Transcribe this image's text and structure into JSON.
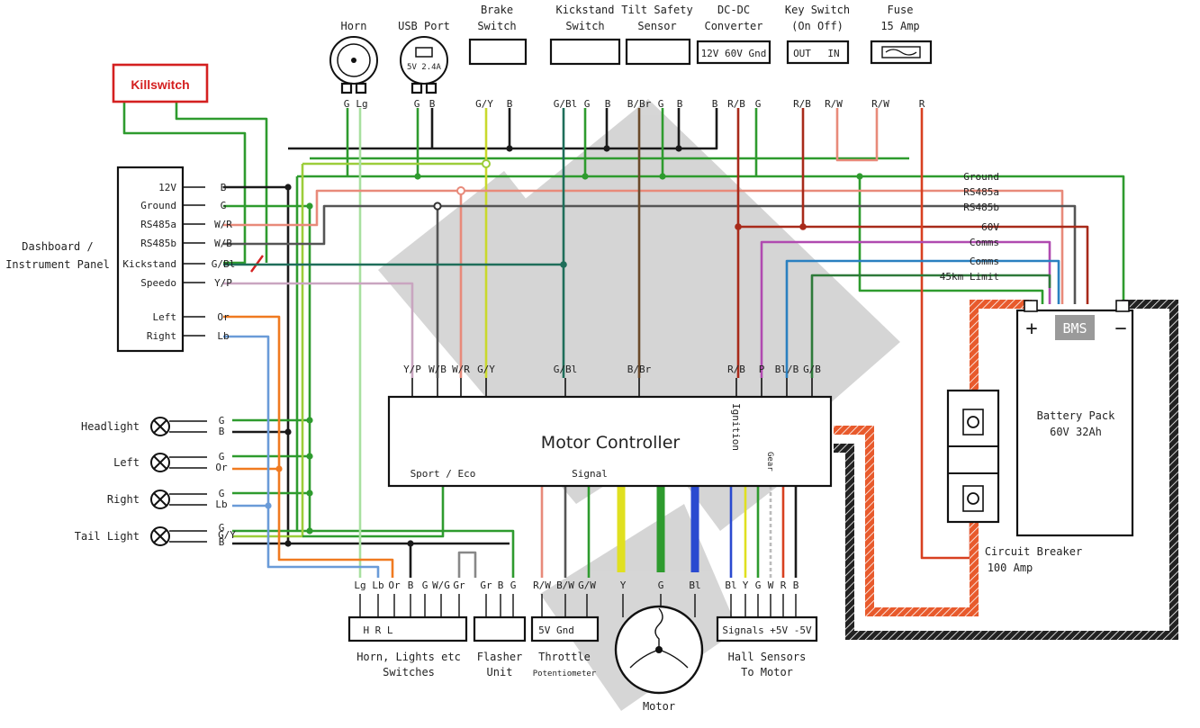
{
  "killswitch": "Killswitch",
  "top_components": {
    "horn": {
      "title": [
        "Horn"
      ],
      "pins": [
        "G",
        "Lg"
      ]
    },
    "usb": {
      "title": [
        "USB Port"
      ],
      "face": "5V 2.4A",
      "pins": [
        "G",
        "B"
      ]
    },
    "brake": {
      "title": [
        "Brake",
        "Switch"
      ],
      "pins": [
        "G/Y",
        "B"
      ]
    },
    "kickstand": {
      "title": [
        "Kickstand",
        "Switch"
      ],
      "pins": [
        "G/Bl",
        "G",
        "B"
      ]
    },
    "tilt": {
      "title": [
        "Tilt Safety",
        "Sensor"
      ],
      "pins": [
        "B/Br",
        "G",
        "B"
      ]
    },
    "dcdc": {
      "title": [
        "DC-DC",
        "Converter"
      ],
      "face": "12V 60V Gnd",
      "pins": [
        "B",
        "R/B",
        "G"
      ]
    },
    "key": {
      "title": [
        "Key Switch",
        "(On Off)"
      ],
      "face_out": "OUT",
      "face_in": "IN",
      "pins": [
        "R/B",
        "R/W"
      ]
    },
    "fuse": {
      "title": [
        "Fuse",
        "15 Amp"
      ],
      "pins": [
        "R/W",
        "R"
      ]
    }
  },
  "dashboard": {
    "title": [
      "Dashboard /",
      "Instrument Panel"
    ],
    "rows": [
      {
        "label": "12V",
        "wire": "B"
      },
      {
        "label": "Ground",
        "wire": "G"
      },
      {
        "label": "RS485a",
        "wire": "W/R"
      },
      {
        "label": "RS485b",
        "wire": "W/B"
      },
      {
        "label": "Kickstand",
        "wire": "G/Bl"
      },
      {
        "label": "Speedo",
        "wire": "Y/P"
      },
      {
        "label": "Left",
        "wire": "Or"
      },
      {
        "label": "Right",
        "wire": "Lb"
      }
    ]
  },
  "lights": [
    {
      "label": "Headlight",
      "wires": [
        "G",
        "B"
      ]
    },
    {
      "label": "Left",
      "wires": [
        "G",
        "Or"
      ]
    },
    {
      "label": "Right",
      "wires": [
        "G",
        "Lb"
      ]
    },
    {
      "label": "Tail Light",
      "wires": [
        "G",
        "G/Y",
        "B"
      ]
    }
  ],
  "right_bus": [
    "Ground",
    "RS485a",
    "RS485b",
    "60V",
    "Comms",
    "Comms",
    "45km Limit"
  ],
  "controller": {
    "title": "Motor Controller",
    "sub_sport": "Sport / Eco",
    "sub_signal": "Signal",
    "ignition": "Ignition",
    "gear": "Gear",
    "top_pins_left": [
      "Y/P",
      "W/B",
      "W/R",
      "G/Y"
    ],
    "top_pin_kick": "G/Bl",
    "top_pin_tilt": "B/Br",
    "top_pins_right": [
      "R/B",
      "P",
      "Bl/B",
      "G/B"
    ]
  },
  "battery": {
    "plus": "+",
    "minus": "−",
    "bms": "BMS",
    "title": [
      "Battery Pack",
      "60V 32Ah"
    ]
  },
  "breaker": {
    "title": [
      "Circuit Breaker",
      "100 Amp"
    ]
  },
  "bottom_pins": [
    "Lg",
    "Lb",
    "Or",
    "B",
    "G",
    "W/G",
    "Gr",
    "Gr",
    "B",
    "G",
    "R/W",
    "B/W",
    "G/W",
    "Y",
    "G",
    "Bl",
    "Bl",
    "Y",
    "G",
    "W",
    "R",
    "B"
  ],
  "bottom_boxes": {
    "switches": {
      "face": "H R L",
      "title": [
        "Horn, Lights etc",
        "Switches"
      ]
    },
    "flasher": {
      "title": [
        "Flasher",
        "Unit"
      ]
    },
    "throttle": {
      "face": "5V Gnd",
      "title": [
        "Throttle",
        "Potentiometer"
      ]
    },
    "motor": {
      "title": [
        "Motor"
      ]
    },
    "hall": {
      "face": "Signals +5V -5V",
      "title": [
        "Hall Sensors",
        "To Motor"
      ]
    }
  }
}
